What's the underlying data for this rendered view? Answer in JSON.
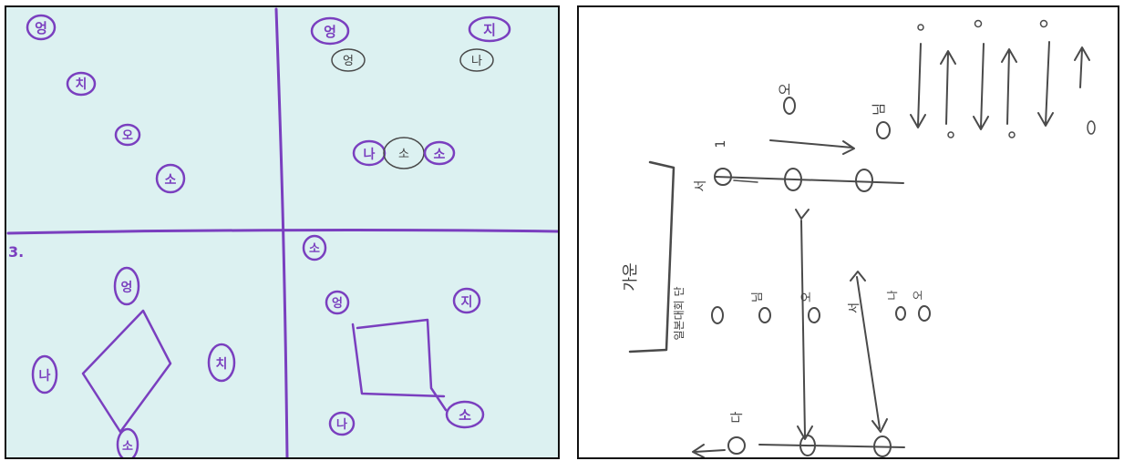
{
  "left_sketch": {
    "title": "Left sketch: four-quadrant movement diagram (purple marker)",
    "q1_labels": [
      "엉",
      "치",
      "오",
      "소"
    ],
    "q2_labels": [
      "엉",
      "지",
      "엉",
      "나",
      "나",
      "소",
      "소"
    ],
    "q3_labels": [
      "엉",
      "나",
      "치",
      "소"
    ],
    "q4_labels": [
      "소",
      "엉",
      "지",
      "나",
      "소"
    ],
    "edge_mark": "3."
  },
  "right_sketch": {
    "title": "Right sketch: rotated pencil diagram",
    "bracket_label": "가운",
    "top_labels": [
      "오",
      "님",
      "1",
      "서"
    ],
    "middle_labels": [
      "일본대회 단",
      "님",
      "오",
      "서",
      "나",
      "오"
    ],
    "bottom_label": "다"
  }
}
